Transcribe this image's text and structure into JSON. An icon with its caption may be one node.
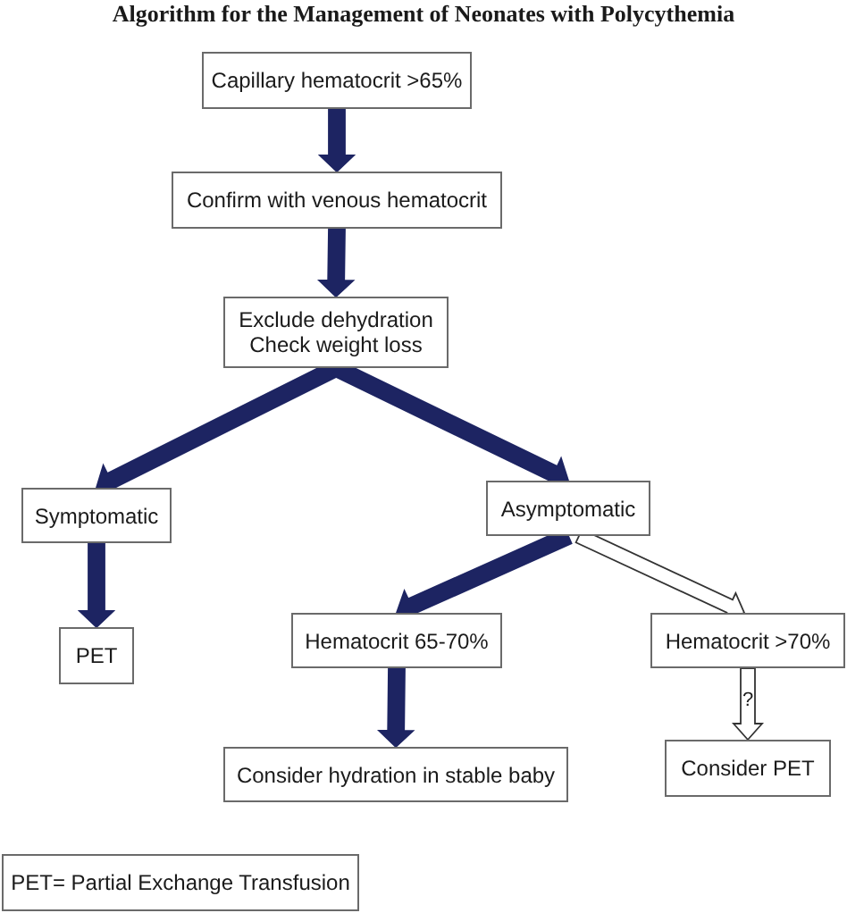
{
  "diagram": {
    "title": "Algorithm for the Management of Neonates with Polycythemia",
    "nodes": [
      {
        "text": [
          "Capillary hematocrit >65%"
        ]
      },
      {
        "text": [
          "Confirm with venous hematocrit"
        ]
      },
      {
        "text": [
          "Exclude dehydration Check weight loss"
        ]
      },
      {
        "text": [
          "Symptomatic"
        ]
      },
      {
        "text": [
          "PET"
        ]
      },
      {
        "text": [
          "Asymptomatic"
        ]
      },
      {
        "text": [
          "Hematocrit 65-70%"
        ]
      },
      {
        "text": [
          "Hematocrit >70%"
        ]
      },
      {
        "text": [
          "Consider hydration in stable baby"
        ]
      },
      {
        "text": [
          "Consider PET"
        ]
      },
      {
        "text": [
          "PET= Partial Exchange Transfusion"
        ]
      }
    ],
    "edges": [
      {
        "from": 0,
        "to": 1,
        "arrow": "to"
      },
      {
        "from": 1,
        "to": 2,
        "arrow": "to"
      },
      {
        "from": 2,
        "to": 3,
        "arrow": "to"
      },
      {
        "from": 2,
        "to": 5,
        "arrow": "to"
      },
      {
        "from": 3,
        "to": 4,
        "arrow": "to"
      },
      {
        "from": 5,
        "to": 6,
        "arrow": "to"
      },
      {
        "from": 5,
        "to": 7,
        "arrow": "to",
        "color": "#ffffff"
      },
      {
        "from": 6,
        "to": 8,
        "arrow": "to"
      },
      {
        "from": 7,
        "to": 9,
        "arrow": "to",
        "label": "?",
        "color": "#ffffff"
      }
    ]
  }
}
